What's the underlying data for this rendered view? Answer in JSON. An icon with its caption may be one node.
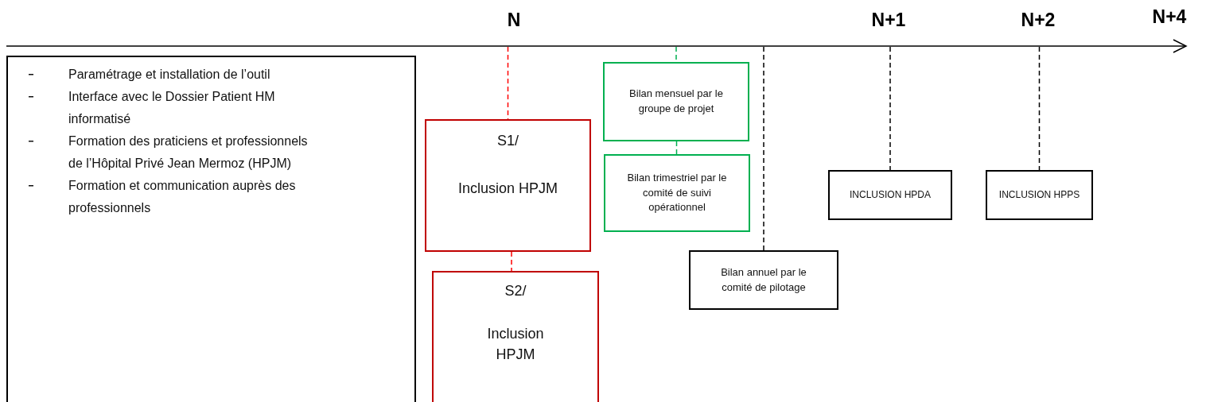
{
  "diagram": {
    "nodes": [
      {
        "text": [
          "Paramétrage et installation de l’outil",
          "Interface avec le Dossier Patient  HM informatisé",
          "Formation des praticiens et professionnels de l’Hôpital Privé Jean Mermoz (HPJM)",
          "Formation et communication auprès des professionnels"
        ]
      },
      {
        "text": [
          "S1/",
          "Inclusion HPJM"
        ]
      },
      {
        "text": [
          "S2/",
          "Inclusion HPJM"
        ]
      },
      {
        "text": [
          "Bilan mensuel par le groupe de projet"
        ]
      },
      {
        "text": [
          "Bilan trimestriel par le comité de suivi opérationnel"
        ]
      },
      {
        "text": [
          "Bilan annuel par le comité de pilotage"
        ]
      },
      {
        "text": [
          "INCLUSION HPDA"
        ]
      },
      {
        "text": [
          "INCLUSION HPPS"
        ]
      }
    ],
    "edges": [
      {
        "from": null,
        "to": 1,
        "arrow": "none",
        "style": "dashed",
        "color": "#ff0000"
      },
      {
        "from": 1,
        "to": 2,
        "arrow": "none",
        "style": "dashed",
        "color": "#ff0000"
      },
      {
        "from": null,
        "to": 3,
        "arrow": "none",
        "style": "dashed",
        "color": "#00b050"
      },
      {
        "from": 3,
        "to": 4,
        "arrow": "none",
        "style": "dashed",
        "color": "#00b050"
      },
      {
        "from": null,
        "to": 5,
        "arrow": "none",
        "style": "dashed"
      },
      {
        "from": null,
        "to": 6,
        "arrow": "none",
        "style": "dashed"
      },
      {
        "from": null,
        "to": 7,
        "arrow": "none",
        "style": "dashed"
      }
    ],
    "labels": [
      "N",
      "N+1",
      "N+2",
      "N+4"
    ]
  }
}
